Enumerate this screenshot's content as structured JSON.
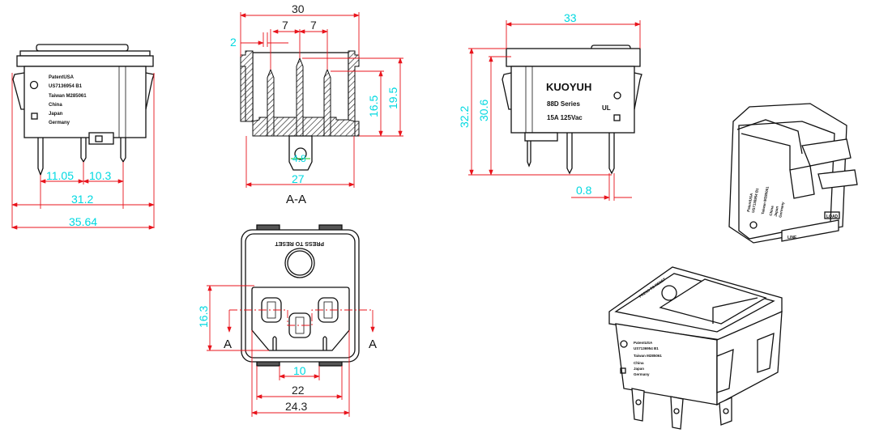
{
  "front_view": {
    "label_lines": [
      "PatentUSA",
      "US7136954 B1",
      "Taiwan M285061",
      "China",
      "Japan",
      "Germany"
    ],
    "dimensions": {
      "pin_spacing_left": "11.05",
      "pin_spacing_right": "10.3",
      "pin_span": "31.2",
      "overall_width": "35.64"
    }
  },
  "section_view": {
    "title": "A-A",
    "dimensions": {
      "overall_width": "30",
      "pin_pitch_left": "7",
      "pin_pitch_right": "7",
      "wall": "2",
      "pin_height": "16.5",
      "overall_height": "19.5",
      "tab_width": "4.8",
      "body_width": "27"
    }
  },
  "side_view": {
    "brand": "KUOYUH",
    "series": "88D  Series",
    "rating": "15A  125Vac",
    "cert_mark": "UL",
    "dimensions": {
      "overall_width": "33",
      "overall_height": "32.2",
      "body_height": "30.6",
      "pin_thickness": "0.8"
    }
  },
  "bottom_view": {
    "reset_text": "PRESS TO RESET",
    "section_marker_left": "A",
    "section_marker_right": "A",
    "dimensions": {
      "socket_height": "16.3",
      "tab_gap": "10",
      "tab_span": "22",
      "socket_width": "24.3"
    }
  },
  "iso_back": {
    "label_lines": [
      "PatentUSA",
      "US7136954 B1",
      "Taiwan M285061",
      "China",
      "Japan",
      "Germany"
    ],
    "terminal_label": "LOAD",
    "line_label": "LINE"
  },
  "iso_front": {
    "label_lines": [
      "PatentUSA",
      "US7136954 B1",
      "Taiwan M285061",
      "China",
      "Japan",
      "Germany"
    ],
    "reset_text": "PRESS TO RESET"
  }
}
